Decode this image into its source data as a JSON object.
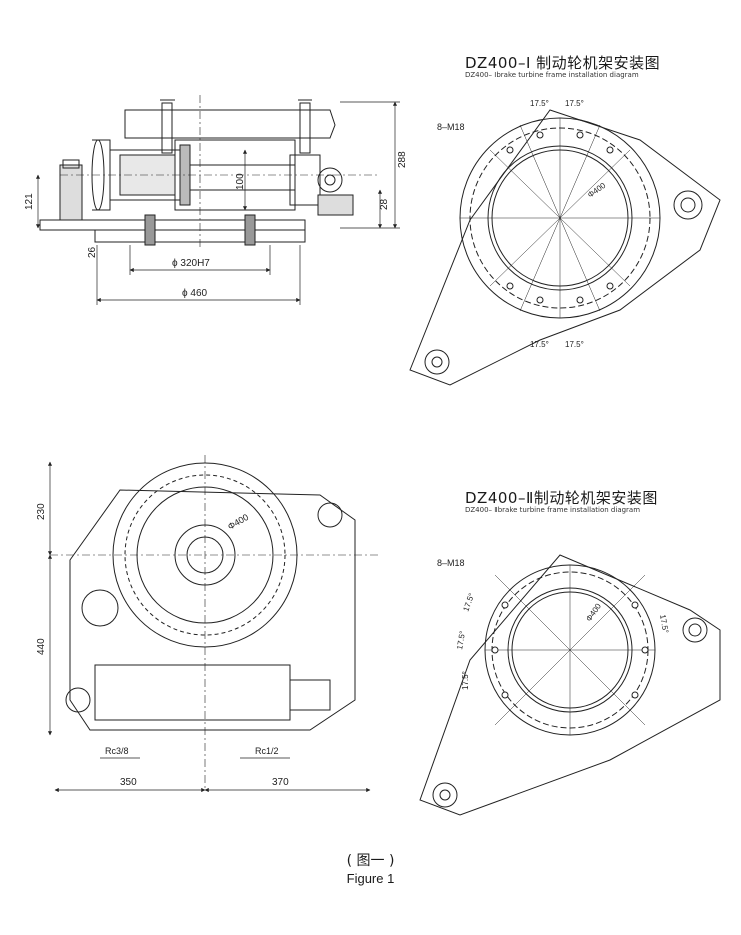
{
  "titles": {
    "top": {
      "main": "DZ400–Ⅰ 制动轮机架安装图",
      "sub": "DZ400– Ⅰbrake turbine frame installation diagram"
    },
    "bottom": {
      "main": "DZ400–Ⅱ制动轮机架安装图",
      "sub": "DZ400– Ⅱbrake turbine frame installation diagram"
    }
  },
  "caption": {
    "cn": "( 图一 )",
    "en": "Figure 1"
  },
  "dims": {
    "d288": "288",
    "d121": "121",
    "d100": "100",
    "d28": "28",
    "d26": "26",
    "d320h7": "ϕ 320H7",
    "d460": "ϕ 460",
    "d230": "230",
    "d440": "440",
    "d350": "350",
    "d370": "370",
    "phi400": "Φ400",
    "m18": "8–M18",
    "angle": "17.5°",
    "rc38": "Rc3/8",
    "rc12": "Rc1/2"
  }
}
